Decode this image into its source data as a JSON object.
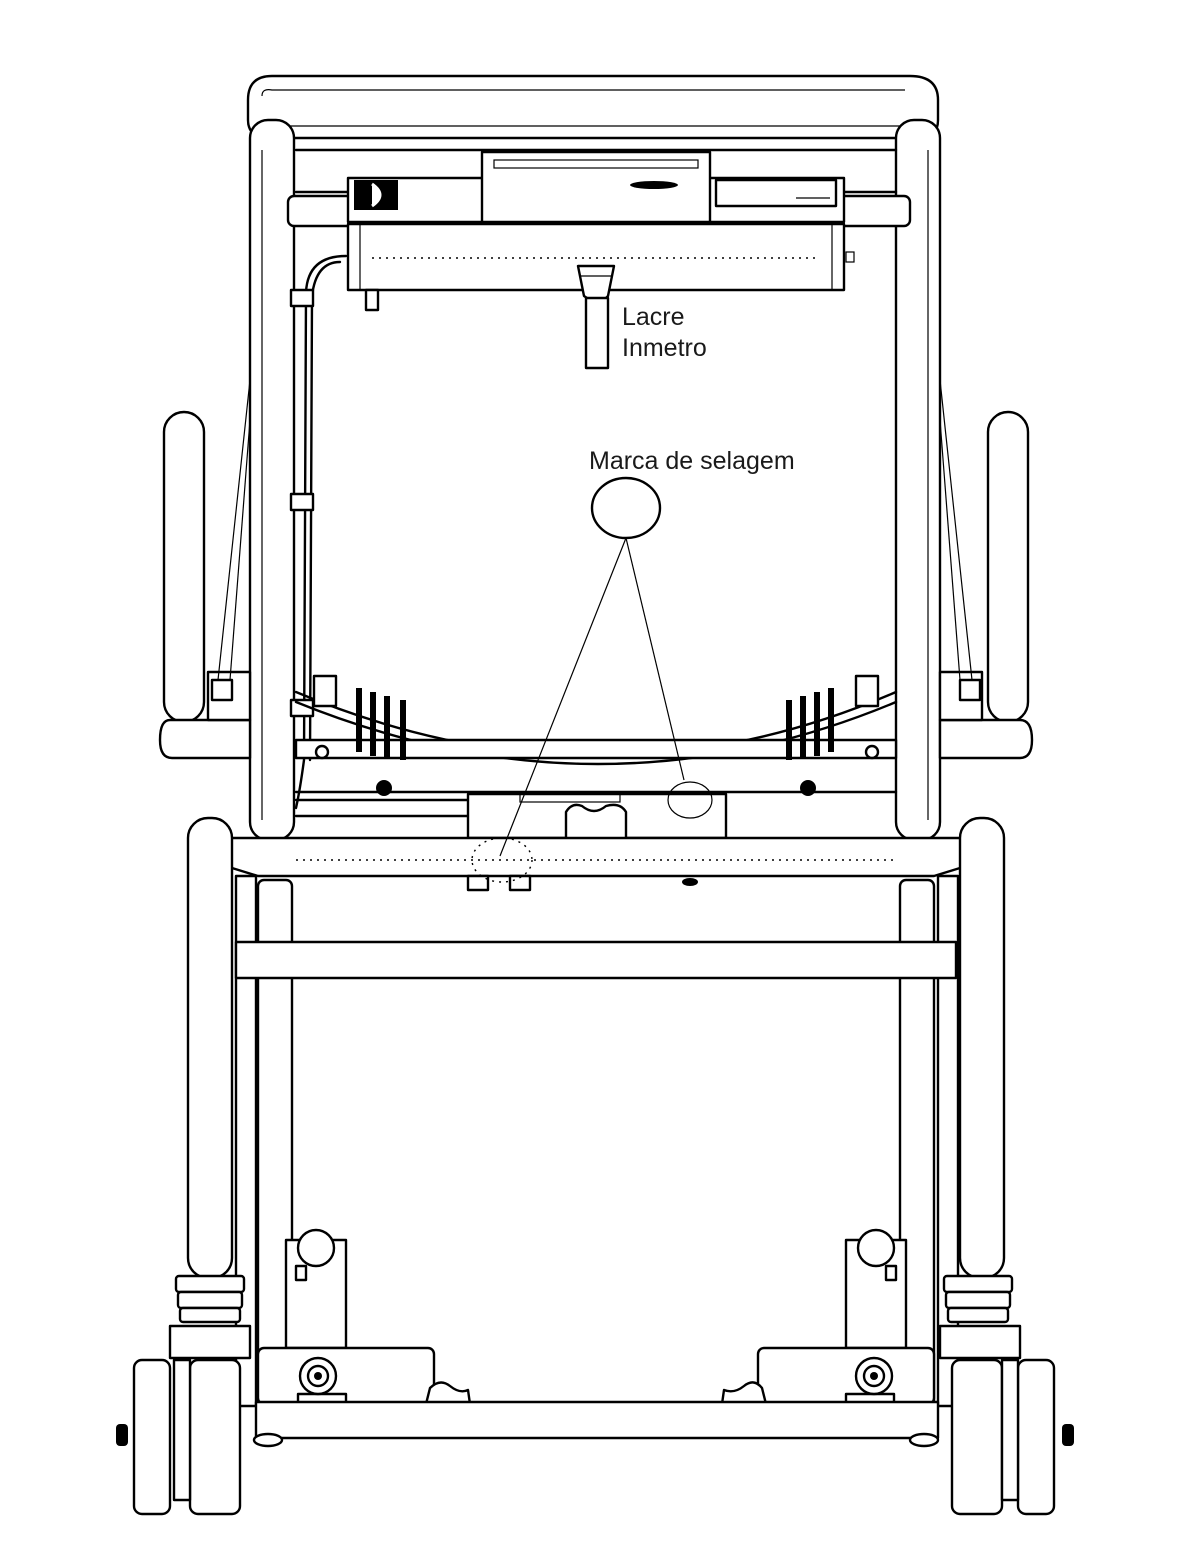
{
  "labels": {
    "lacre_line1": "Lacre",
    "lacre_line2": "Inmetro",
    "marca": "Marca de selagem"
  },
  "colors": {
    "line": "#000000",
    "background": "#ffffff",
    "text": "#1a1a1a"
  }
}
